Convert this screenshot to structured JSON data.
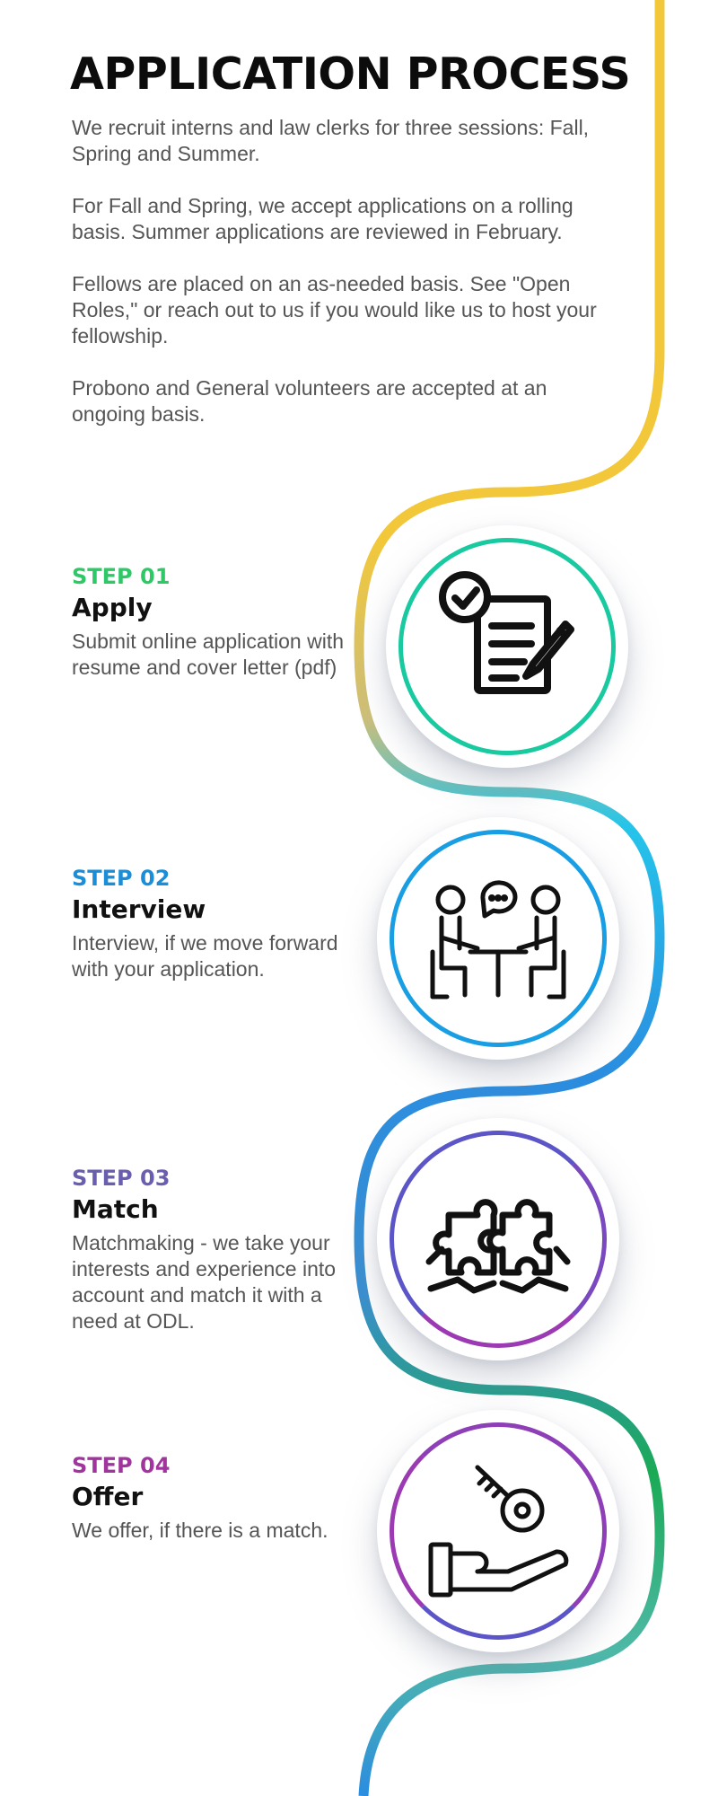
{
  "header": {
    "title": "APPLICATION PROCESS"
  },
  "intro": {
    "paragraphs": [
      "We recruit interns and law clerks for three sessions: Fall, Spring and Summer.",
      "For Fall and Spring, we accept applications on a rolling basis. Summer applications are reviewed in February.",
      "Fellows are placed on an as-needed basis. See \"Open Roles,\" or reach out to us if you would like us to host your fellowship.",
      "Probono and General volunteers are accepted at an ongoing basis."
    ]
  },
  "steps": [
    {
      "number": "STEP 01",
      "title": "Apply",
      "description": "Submit online application with resume and cover letter (pdf)",
      "color": "#2ec866",
      "icon": "application-form-icon"
    },
    {
      "number": "STEP 02",
      "title": "Interview",
      "description": "Interview, if we move forward with your application.",
      "color": "#1a8fd8",
      "icon": "interview-icon"
    },
    {
      "number": "STEP 03",
      "title": "Match",
      "description": "Matchmaking - we take your interests and experience into account and match it with a need at ODL.",
      "color": "#6a5fae",
      "icon": "puzzle-icon"
    },
    {
      "number": "STEP 04",
      "title": "Offer",
      "description": "We offer, if there is a match.",
      "color": "#a0359e",
      "icon": "key-hand-icon"
    }
  ],
  "colors": {
    "path_top": "#f2c83a",
    "path_mid": "#25c4ea",
    "path_blue": "#2b8de0",
    "path_green": "#1aaa55",
    "ring1": [
      "#19c37b",
      "#22c8e8"
    ],
    "ring2": [
      "#1ec0ea",
      "#1a6fe0"
    ],
    "ring3": [
      "#1f6fe0",
      "#a23bb5"
    ],
    "ring4": [
      "#a23bb5",
      "#5a4fc8"
    ]
  }
}
